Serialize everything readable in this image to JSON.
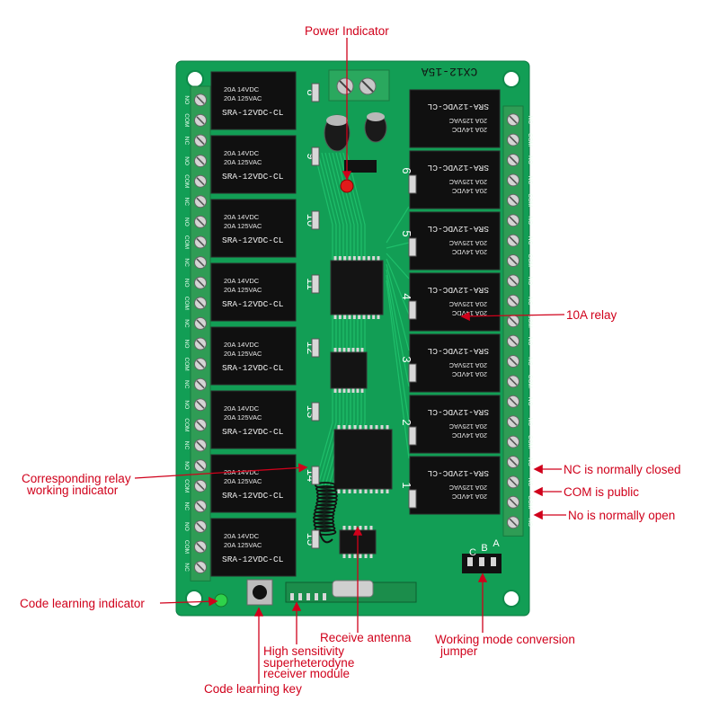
{
  "board": {
    "model": "CX12-15A",
    "pcb_color": "#129e55",
    "relay_color": "#101010",
    "terminal_color": "#2f9c55",
    "relay_text": [
      "20A 14VDC",
      "20A 125VAC",
      "SRA-12VDC-CL"
    ],
    "left_channel_numbers": [
      "8",
      "9",
      "10",
      "11",
      "12",
      "13",
      "14",
      "15"
    ],
    "right_channel_numbers": [
      "6",
      "5",
      "4",
      "3",
      "2",
      "1"
    ],
    "left_terminal_labels": [
      "NO",
      "COM",
      "NC",
      "NO",
      "COM",
      "NC",
      "NO",
      "COM",
      "NC",
      "NO",
      "COM",
      "NC",
      "NO",
      "COM",
      "NC",
      "NO",
      "COM",
      "NC",
      "NO",
      "COM",
      "NC",
      "NO",
      "COM",
      "NC"
    ],
    "right_terminal_labels": [
      "NC",
      "COM",
      "NO",
      "NC",
      "COM",
      "NO",
      "NC",
      "COM",
      "NO",
      "NC",
      "COM",
      "NO",
      "NC",
      "COM",
      "NO",
      "NC",
      "COM",
      "NO",
      "NC",
      "COM",
      "NO"
    ],
    "jumper_letters": [
      "A",
      "B",
      "C"
    ]
  },
  "labels": {
    "power_indicator": "Power Indicator",
    "relay_10a": "10A relay",
    "corresponding_relay_line1": "Corresponding relay",
    "corresponding_relay_line2": "working indicator",
    "nc_closed": "NC is normally closed",
    "com_public": "COM is public",
    "no_open": "No is normally open",
    "code_learning_indicator": "Code learning indicator",
    "receive_antenna": "Receive antenna",
    "working_mode_line1": "Working mode conversion",
    "working_mode_line2": "jumper",
    "high_sensitivity_line1": "High sensitivity",
    "high_sensitivity_line2": "superheterodyne",
    "high_sensitivity_line3": "receiver module",
    "code_learning_key": "Code learning key"
  },
  "colors": {
    "annotation": "#d0011b",
    "led": "#e01a1a",
    "learn_led": "#2fd24a"
  }
}
